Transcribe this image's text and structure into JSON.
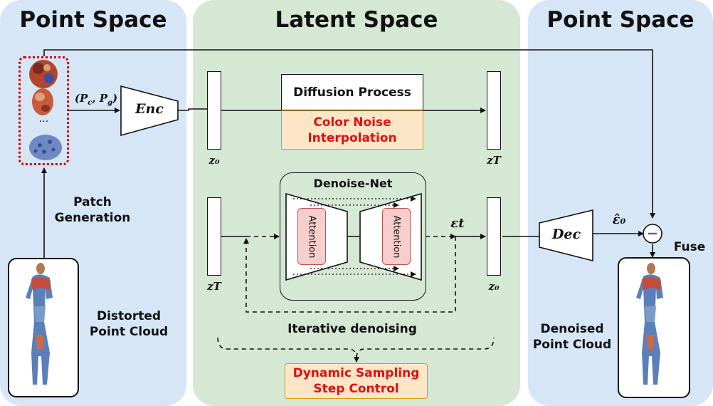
{
  "panels": {
    "left_title": "Point Space",
    "center_title": "Latent Space",
    "right_title": "Point Space"
  },
  "left": {
    "ellipsis": "...",
    "input_label": "(P_c, P_g)",
    "patch_label_1": "Patch",
    "patch_label_2": "Generation",
    "distorted_1": "Distorted",
    "distorted_2": "Point Cloud"
  },
  "encoder": {
    "label": "Enc"
  },
  "decoder": {
    "label": "Dec"
  },
  "center": {
    "z0_top": "z₀",
    "zT_top": "zT",
    "zT_bottom": "zT",
    "z0_bottom": "z₀",
    "diffusion_process": "Diffusion Process",
    "color_noise_1": "Color Noise",
    "color_noise_2": "Interpolation",
    "denoise_net": "Denoise-Net",
    "attention_left": "Attention",
    "attention_right": "Attention",
    "epsilon_t": "εt",
    "iterative": "Iterative denoising",
    "dynamic_1": "Dynamic Sampling",
    "dynamic_2": "Step Control"
  },
  "right": {
    "eps0_hat": "ε̂₀",
    "minus": "−",
    "fuse": "Fuse",
    "denoised_1": "Denoised",
    "denoised_2": "Point Cloud"
  },
  "colors": {
    "point_space_bg": "#d6e6f7",
    "latent_space_bg": "#d5e8d4",
    "highlight_text": "#e01010",
    "highlight_box_fill": "#fde6c8",
    "highlight_box_border": "#d79b00",
    "attention_fill": "#f8cecc",
    "attention_border": "#b85450",
    "patch_border": "#d00000"
  }
}
